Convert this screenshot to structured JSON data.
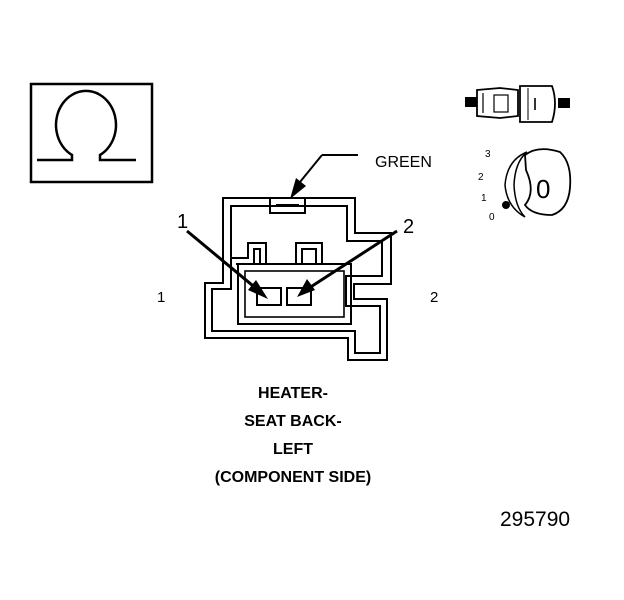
{
  "diagram": {
    "wire_color": "GREEN",
    "pointer_1": "1",
    "pointer_2": "2",
    "side_1": "1",
    "side_2": "2",
    "switch_positions": [
      "3",
      "2",
      "1",
      "0"
    ],
    "knob_label": "0"
  },
  "caption": {
    "line1": "HEATER-",
    "line2": "SEAT BACK-",
    "line3": "LEFT",
    "line4": "(COMPONENT SIDE)"
  },
  "figure_number": "295790"
}
